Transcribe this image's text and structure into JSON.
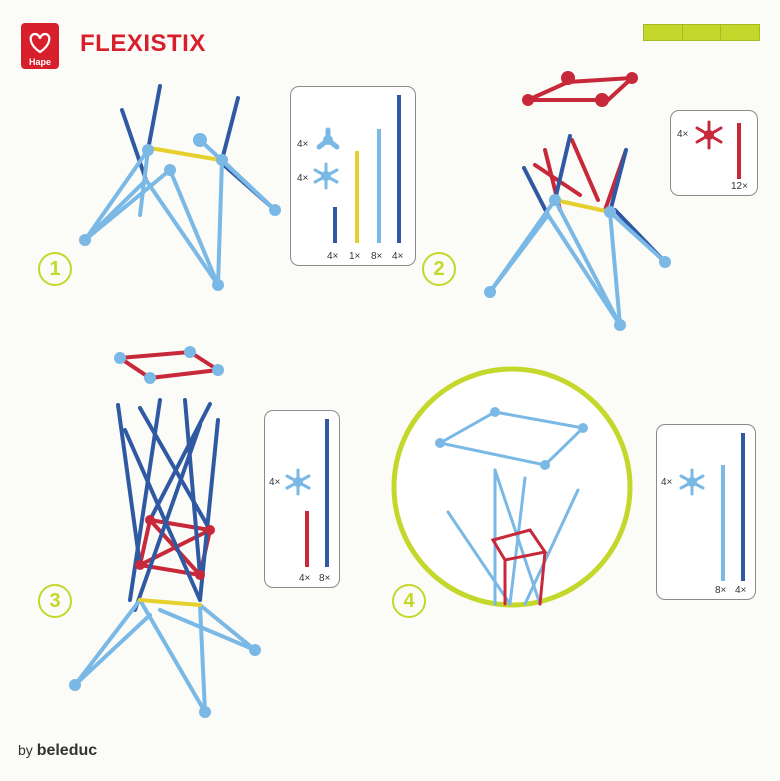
{
  "header": {
    "brand_name": "FLEXISTIX",
    "logo_text": "Hape",
    "progress_segments": 3
  },
  "colors": {
    "dark_blue": "#2f5aa3",
    "light_blue": "#7ab8e6",
    "yellow": "#e7cf2d",
    "red": "#c7283a",
    "lime": "#c4d72b",
    "brand_red": "#d8202c"
  },
  "steps": [
    {
      "number": "1",
      "parts": [
        {
          "qty": "4×",
          "icon": "three-arm-connector-icon"
        },
        {
          "qty": "4×",
          "icon": "six-arm-connector-icon"
        },
        {
          "qty": "4×",
          "color": "#2f5aa3",
          "length": "short"
        },
        {
          "qty": "1×",
          "color": "#e7cf2d",
          "length": "medium"
        },
        {
          "qty": "8×",
          "color": "#7ab8e6",
          "length": "long"
        },
        {
          "qty": "4×",
          "color": "#2f5aa3",
          "length": "extra-long"
        }
      ]
    },
    {
      "number": "2",
      "parts": [
        {
          "qty": "4×",
          "icon": "red-six-arm-connector-icon"
        },
        {
          "qty": "12×",
          "color": "#c7283a",
          "length": "medium"
        }
      ]
    },
    {
      "number": "3",
      "parts": [
        {
          "qty": "4×",
          "icon": "six-arm-connector-icon"
        },
        {
          "qty": "4×",
          "color": "#c7283a",
          "length": "medium"
        },
        {
          "qty": "8×",
          "color": "#2f5aa3",
          "length": "extra-long"
        }
      ]
    },
    {
      "number": "4",
      "parts": [
        {
          "qty": "4×",
          "icon": "six-arm-connector-icon"
        },
        {
          "qty": "8×",
          "color": "#7ab8e6",
          "length": "long"
        },
        {
          "qty": "4×",
          "color": "#2f5aa3",
          "length": "extra-long"
        }
      ]
    }
  ],
  "footer": {
    "by_text": "by",
    "partner_name": "beleduc"
  }
}
